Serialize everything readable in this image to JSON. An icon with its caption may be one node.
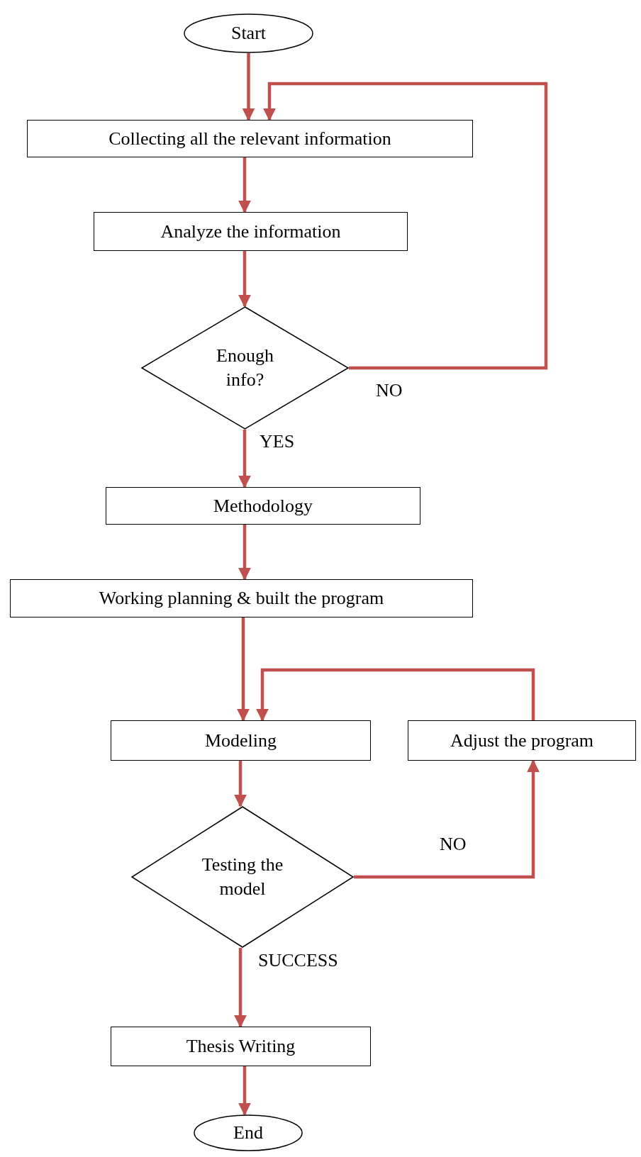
{
  "diagram": {
    "nodes": [
      {
        "text": [
          "Start"
        ]
      },
      {
        "text": [
          "Collecting all the relevant information"
        ]
      },
      {
        "text": [
          "Analyze the information"
        ]
      },
      {
        "text": [
          "Enough info?"
        ]
      },
      {
        "text": [
          "Methodology"
        ]
      },
      {
        "text": [
          "Working planning & built the program"
        ]
      },
      {
        "text": [
          "Modeling"
        ]
      },
      {
        "text": [
          "Adjust the program"
        ]
      },
      {
        "text": [
          "Testing the model"
        ]
      },
      {
        "text": [
          "Thesis Writing"
        ]
      },
      {
        "text": [
          "End"
        ]
      }
    ],
    "edges": [
      {
        "from": 0,
        "to": 1,
        "arrow": "to"
      },
      {
        "from": 1,
        "to": 2,
        "arrow": "to"
      },
      {
        "from": 2,
        "to": 3,
        "arrow": "to"
      },
      {
        "from": 3,
        "to": 1,
        "arrow": "to",
        "label": "NO"
      },
      {
        "from": 3,
        "to": 4,
        "arrow": "to",
        "label": "YES"
      },
      {
        "from": 4,
        "to": 5,
        "arrow": "to"
      },
      {
        "from": 5,
        "to": 6,
        "arrow": "to"
      },
      {
        "from": 6,
        "to": 8,
        "arrow": "to"
      },
      {
        "from": 8,
        "to": 7,
        "arrow": "to",
        "label": "NO"
      },
      {
        "from": 7,
        "to": 6,
        "arrow": "to"
      },
      {
        "from": 8,
        "to": 9,
        "arrow": "to",
        "label": "SUCCESS"
      },
      {
        "from": 9,
        "to": 10,
        "arrow": "to"
      }
    ]
  }
}
